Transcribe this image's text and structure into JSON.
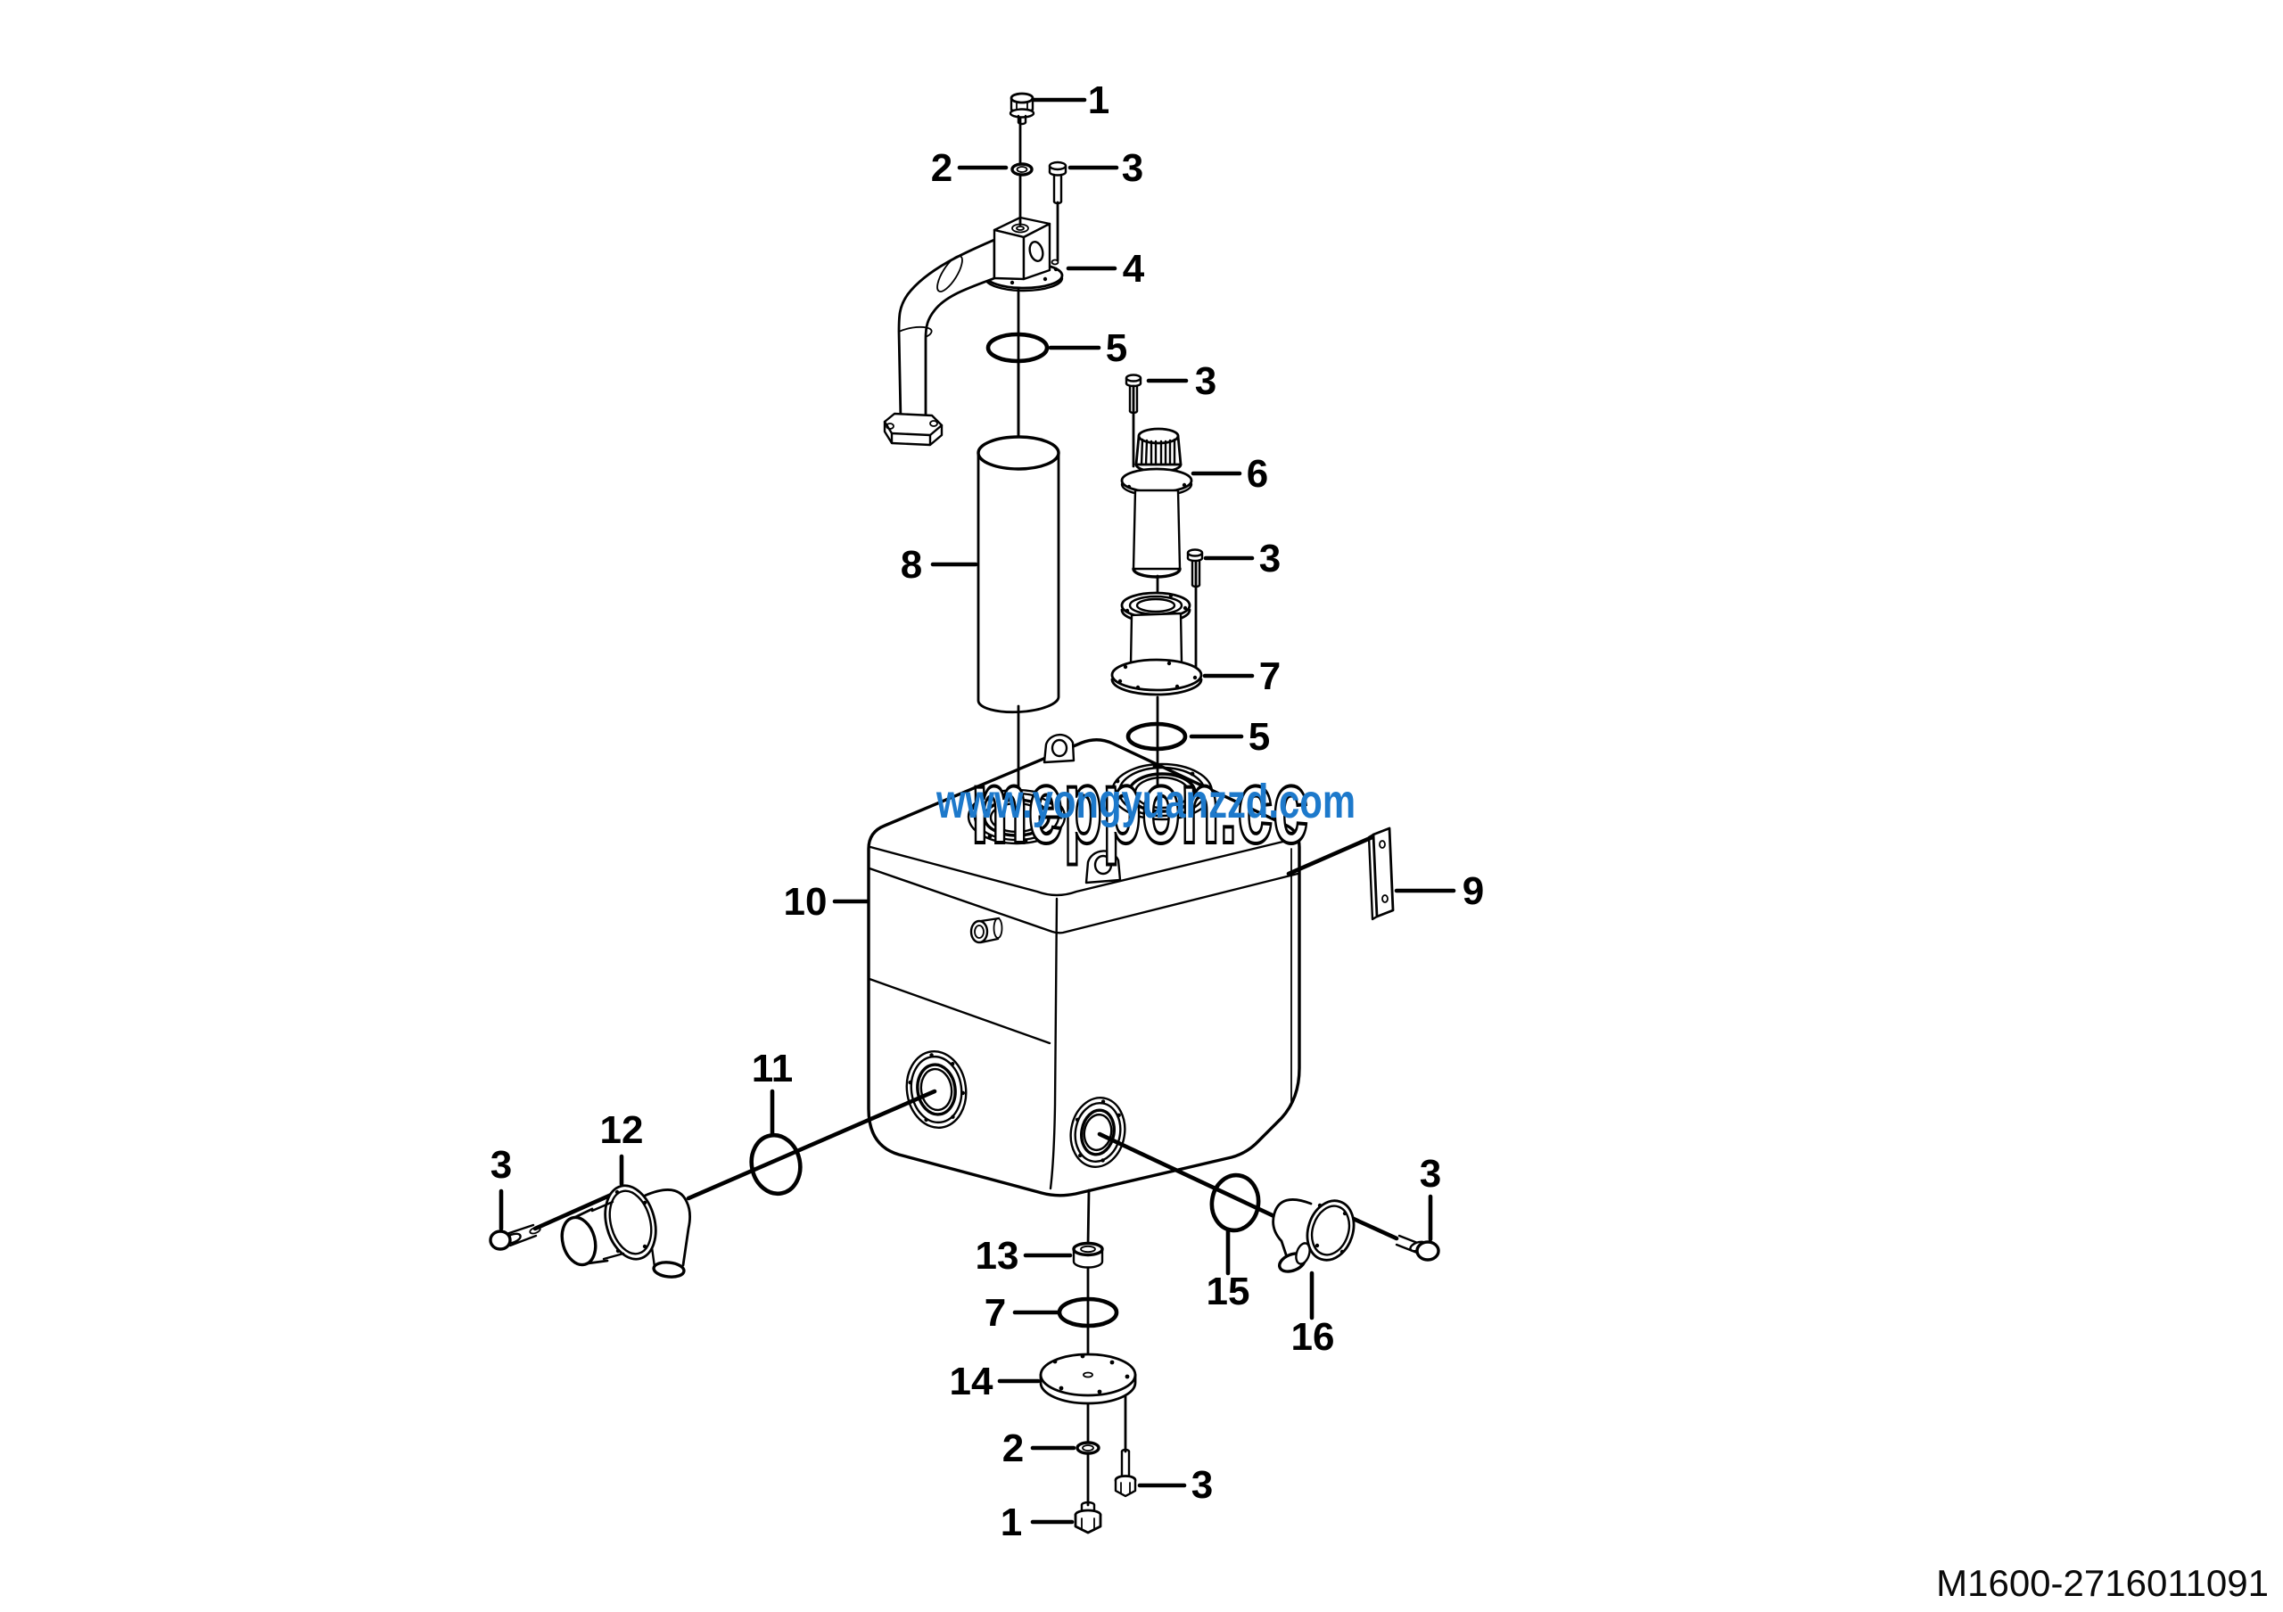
{
  "diagram": {
    "type": "exploded-parts-diagram",
    "subject": "hydraulic-oil-tank",
    "background": "#ffffff",
    "line_color": "#000000",
    "part_number": "M1600-2716011091",
    "watermark": {
      "url": "www.yongyuanzzd.com",
      "url_color": "#1d79cb",
      "brand": "meppon.cc"
    },
    "callouts": [
      {
        "id": "bolt-top",
        "label": "1"
      },
      {
        "id": "washer-top",
        "label": "2"
      },
      {
        "id": "pin-top",
        "label": "3"
      },
      {
        "id": "return-elbow",
        "label": "4"
      },
      {
        "id": "oring-elbow",
        "label": "5"
      },
      {
        "id": "pin-breather",
        "label": "3"
      },
      {
        "id": "breather-cap",
        "label": "6"
      },
      {
        "id": "suction-tube",
        "label": "8"
      },
      {
        "id": "pin-filler-neck",
        "label": "3"
      },
      {
        "id": "filler-neck",
        "label": "7"
      },
      {
        "id": "oring-filler",
        "label": "5"
      },
      {
        "id": "strip",
        "label": "9"
      },
      {
        "id": "tank-body",
        "label": "10"
      },
      {
        "id": "oring-left-port",
        "label": "11"
      },
      {
        "id": "elbow-left",
        "label": "12"
      },
      {
        "id": "bolt-left",
        "label": "3"
      },
      {
        "id": "plug-grommet",
        "label": "13"
      },
      {
        "id": "oring-drain",
        "label": "7"
      },
      {
        "id": "cover-plate",
        "label": "14"
      },
      {
        "id": "washer-bottom",
        "label": "2"
      },
      {
        "id": "bolt-bottom",
        "label": "3"
      },
      {
        "id": "nut-bottom",
        "label": "1"
      },
      {
        "id": "oring-right-port",
        "label": "15"
      },
      {
        "id": "elbow-right",
        "label": "16"
      },
      {
        "id": "bolt-right",
        "label": "3"
      }
    ]
  }
}
